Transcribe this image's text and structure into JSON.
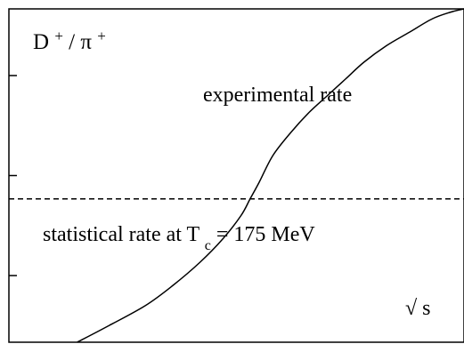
{
  "chart_data": {
    "type": "line",
    "title": "",
    "ylabel": {
      "numerator": "D",
      "numerator_sup": "+",
      "slash": "/",
      "denominator": "π",
      "denominator_sup": "+"
    },
    "xlabel": {
      "radical": "√",
      "variable": "s"
    },
    "grid": false,
    "legend": "none",
    "xlim": [
      0,
      1
    ],
    "ylim": [
      0,
      1
    ],
    "yticks": [
      0.2,
      0.5,
      0.8
    ],
    "series": [
      {
        "name": "experimental rate",
        "style": "solid",
        "color": "#000000",
        "x": [
          0.15,
          0.22,
          0.3,
          0.36,
          0.42,
          0.47,
          0.51,
          0.53,
          0.55,
          0.58,
          0.62,
          0.66,
          0.7,
          0.74,
          0.78,
          0.83,
          0.88,
          0.93,
          0.97,
          1.0
        ],
        "y": [
          0.0,
          0.05,
          0.11,
          0.17,
          0.24,
          0.31,
          0.38,
          0.43,
          0.48,
          0.56,
          0.63,
          0.69,
          0.74,
          0.79,
          0.84,
          0.89,
          0.93,
          0.97,
          0.99,
          1.0
        ]
      }
    ],
    "reference_lines": [
      {
        "name": "statistical rate",
        "style": "dashed",
        "color": "#000000",
        "y": 0.43
      }
    ],
    "annotations": {
      "experimental": "experimental rate",
      "statistical_prefix": "statistical rate at T",
      "statistical_sub": "c",
      "statistical_suffix": " = 175 MeV"
    }
  }
}
